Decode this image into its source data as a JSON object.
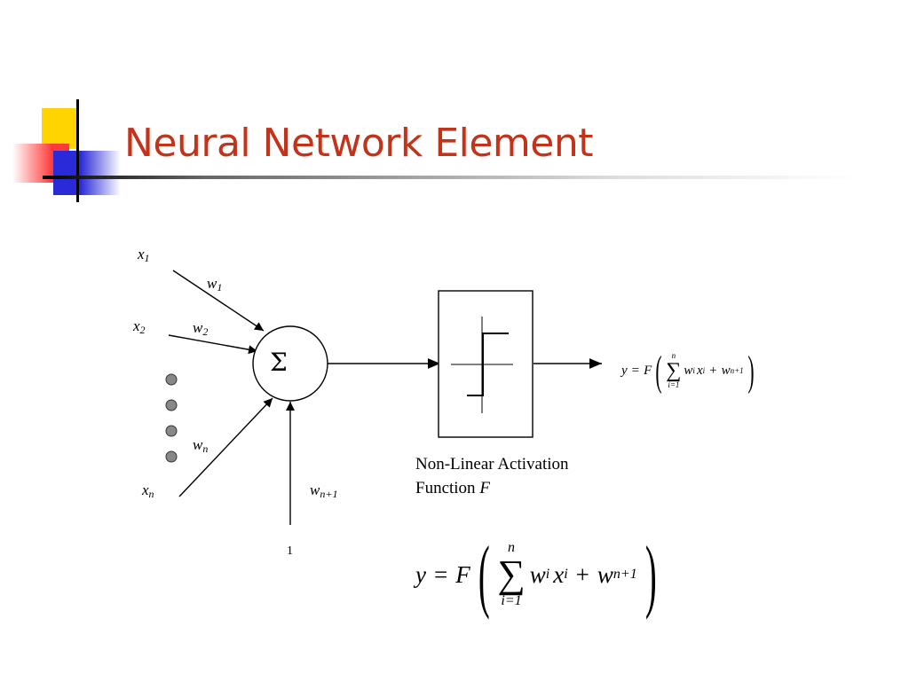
{
  "title": "Neural Network Element",
  "colors": {
    "title": "#c3331a",
    "deco_yellow": "#ffd400",
    "deco_red": "#ff3333",
    "deco_blue": "#2a2ad8"
  },
  "labels": {
    "x1": {
      "base": "x",
      "sub": "1"
    },
    "x2": {
      "base": "x",
      "sub": "2"
    },
    "xn": {
      "base": "x",
      "sub": "n"
    },
    "w1": {
      "base": "w",
      "sub": "1"
    },
    "w2": {
      "base": "w",
      "sub": "2"
    },
    "wn": {
      "base": "w",
      "sub": "n"
    },
    "wn1": {
      "base": "w",
      "sub": "n+1"
    },
    "bias_input": "1"
  },
  "summation_symbol": "Σ",
  "activation": {
    "caption_line1": "Non-Linear Activation",
    "caption_line2": "Function ",
    "caption_var": "F"
  },
  "formula": {
    "y": "y",
    "eq": "=",
    "F": "F",
    "sum": "∑",
    "upper": "n",
    "lower": "i=1",
    "w": "w",
    "wsub": "i",
    "x": "x",
    "xsub": "i",
    "plus": "+",
    "bias": "w",
    "bias_sub": "n+1"
  }
}
